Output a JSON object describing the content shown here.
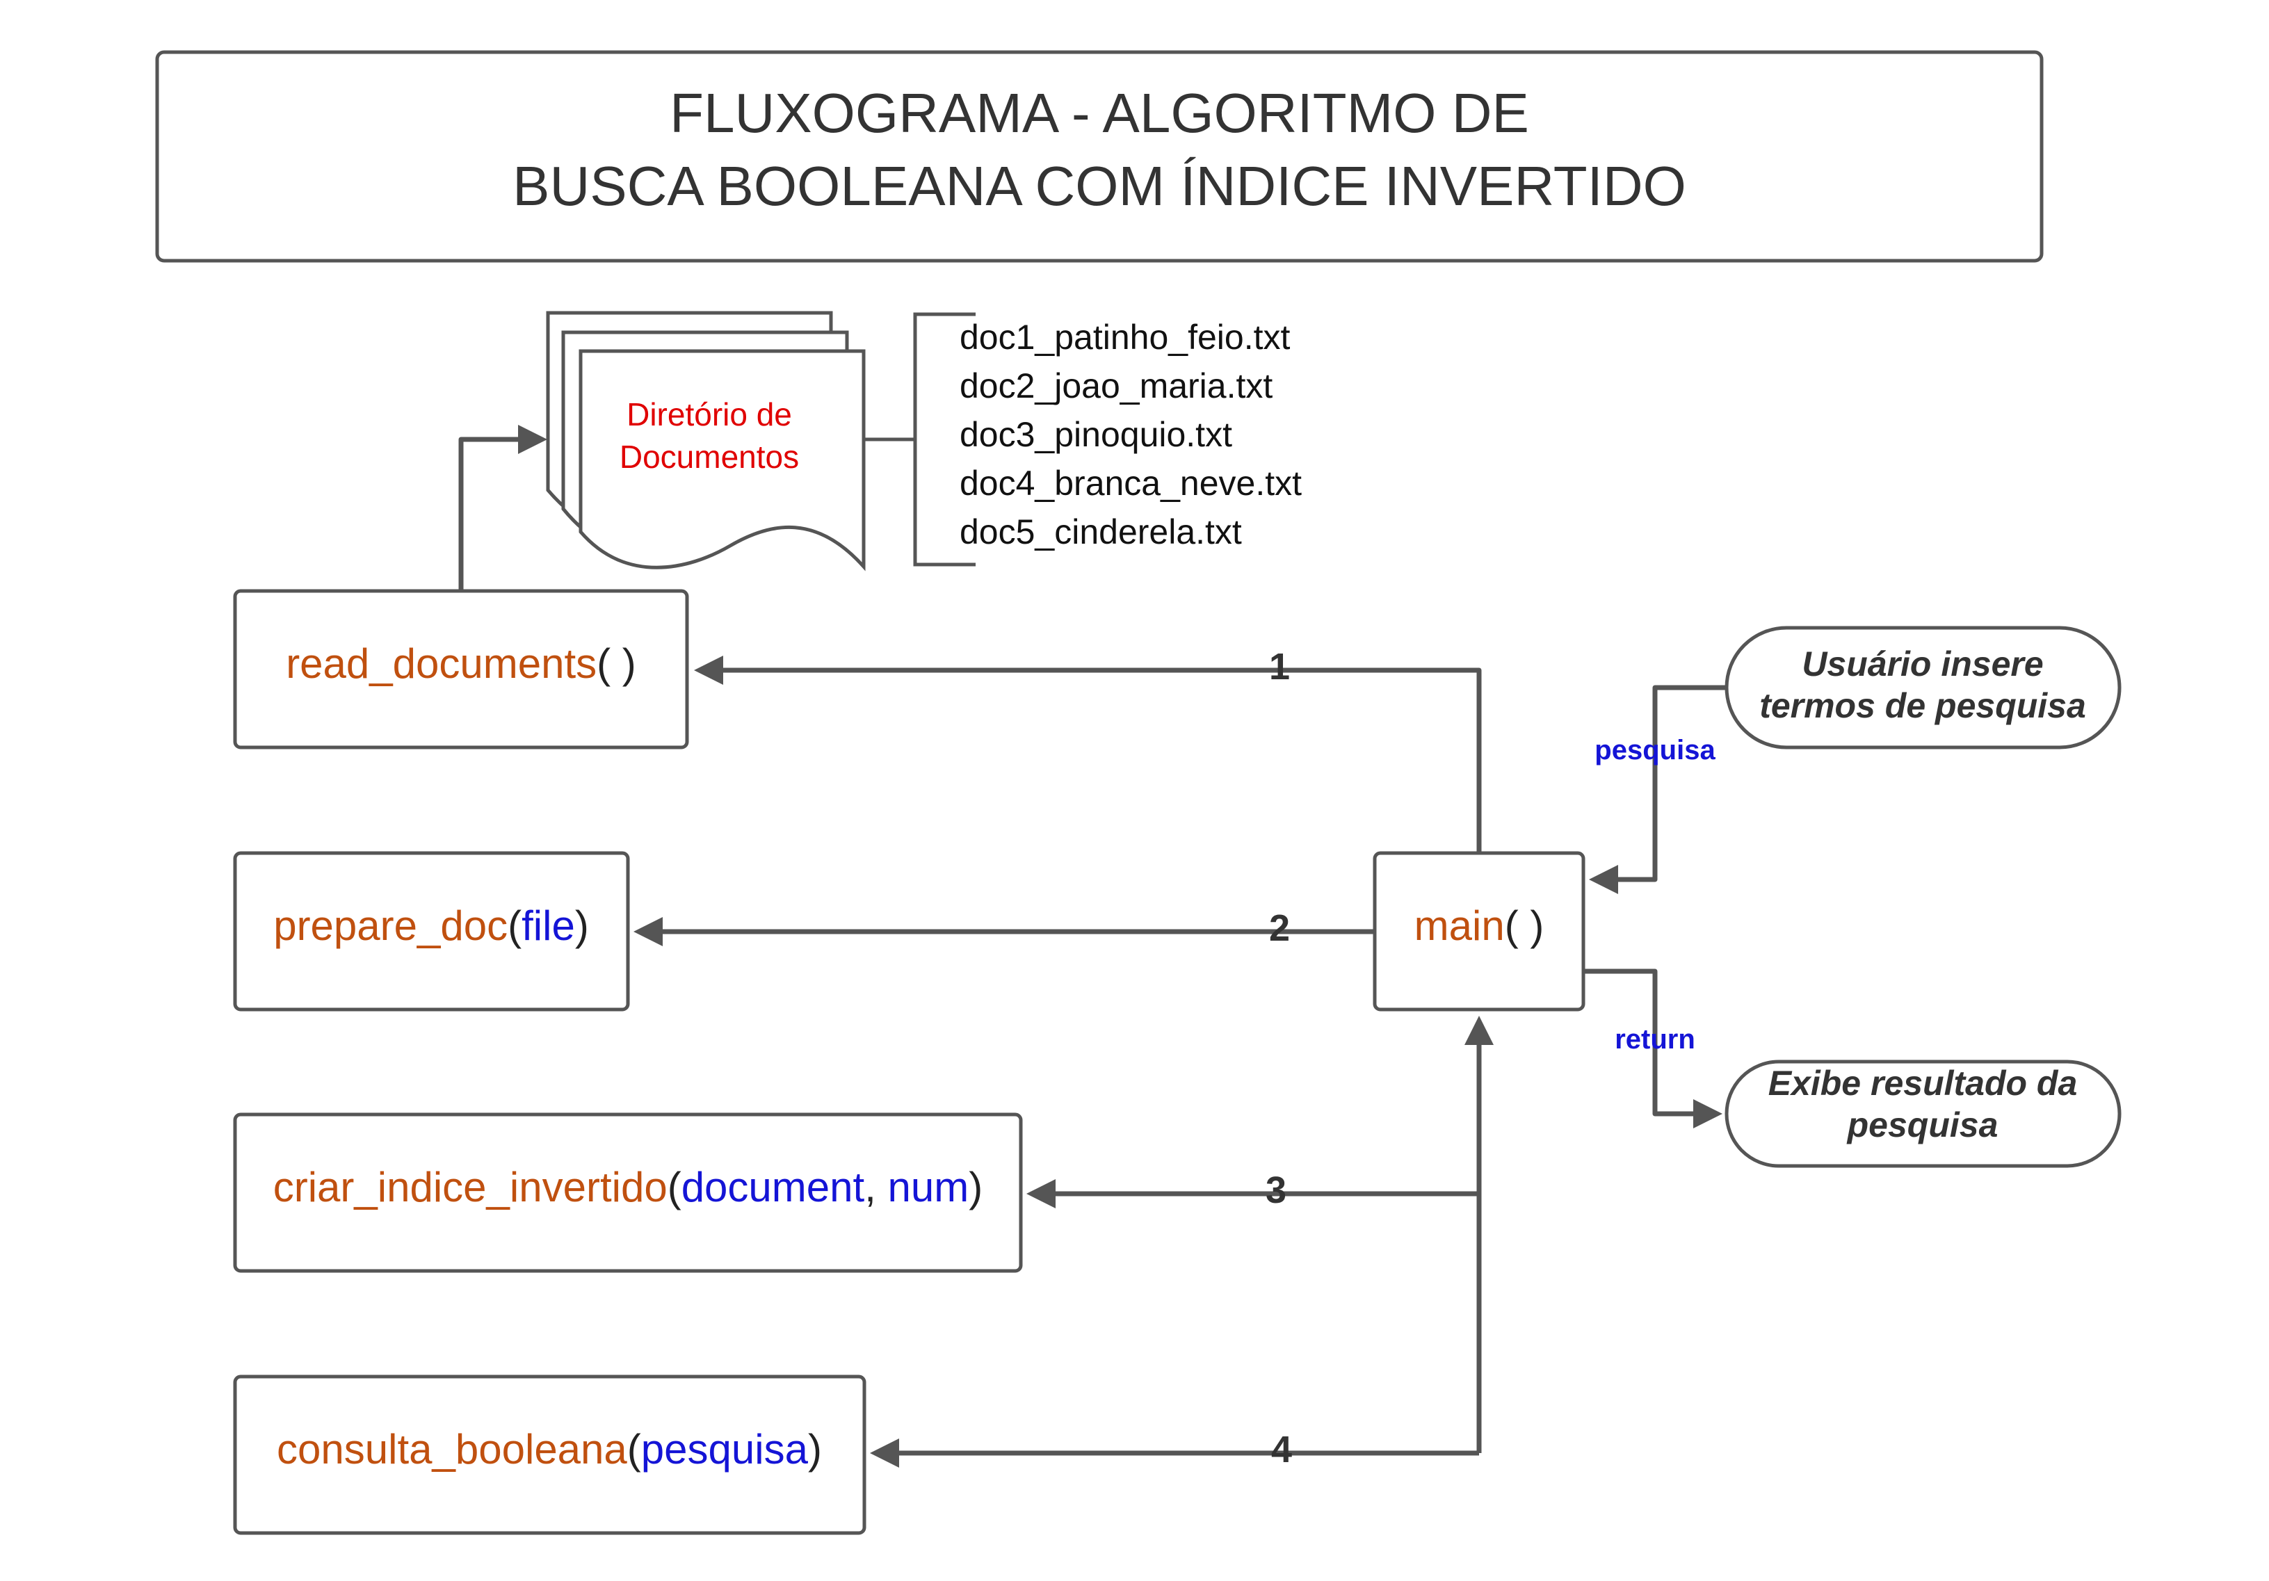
{
  "title": {
    "line1": "FLUXOGRAMA - ALGORITMO DE",
    "line2": "BUSCA BOOLEANA COM ÍNDICE INVERTIDO"
  },
  "colors": {
    "function_name": "#c0500f",
    "parameter": "#1414d6",
    "directory_label": "#e00000",
    "edge_label": "#1414d6",
    "stroke": "#555555"
  },
  "directory": {
    "label_line1": "Diretório de",
    "label_line2": "Documentos",
    "files": [
      "doc1_patinho_feio.txt",
      "doc2_joao_maria.txt",
      "doc3_pinoquio.txt",
      "doc4_branca_neve.txt",
      "doc5_cinderela.txt"
    ]
  },
  "functions": {
    "read_documents": {
      "name": "read_documents",
      "args": "( )"
    },
    "prepare_doc": {
      "name": "prepare_doc",
      "open": "(",
      "param": "file",
      "close": ")"
    },
    "criar_indice": {
      "name": "criar_indice_invertido",
      "open": "(",
      "param1": "document",
      "sep": ", ",
      "param2": "num",
      "close": ")"
    },
    "consulta": {
      "name": "consulta_booleana",
      "open": "(",
      "param": "pesquisa",
      "close": ")"
    },
    "main": {
      "name": "main",
      "args": "( )"
    }
  },
  "steps": [
    "1",
    "2",
    "3",
    "4"
  ],
  "user_input": {
    "line1": "Usuário insere",
    "line2": "termos de pesquisa"
  },
  "output": {
    "line1": "Exibe resultado da",
    "line2": "pesquisa"
  },
  "edges": {
    "input_label": "pesquisa",
    "output_label": "return"
  }
}
